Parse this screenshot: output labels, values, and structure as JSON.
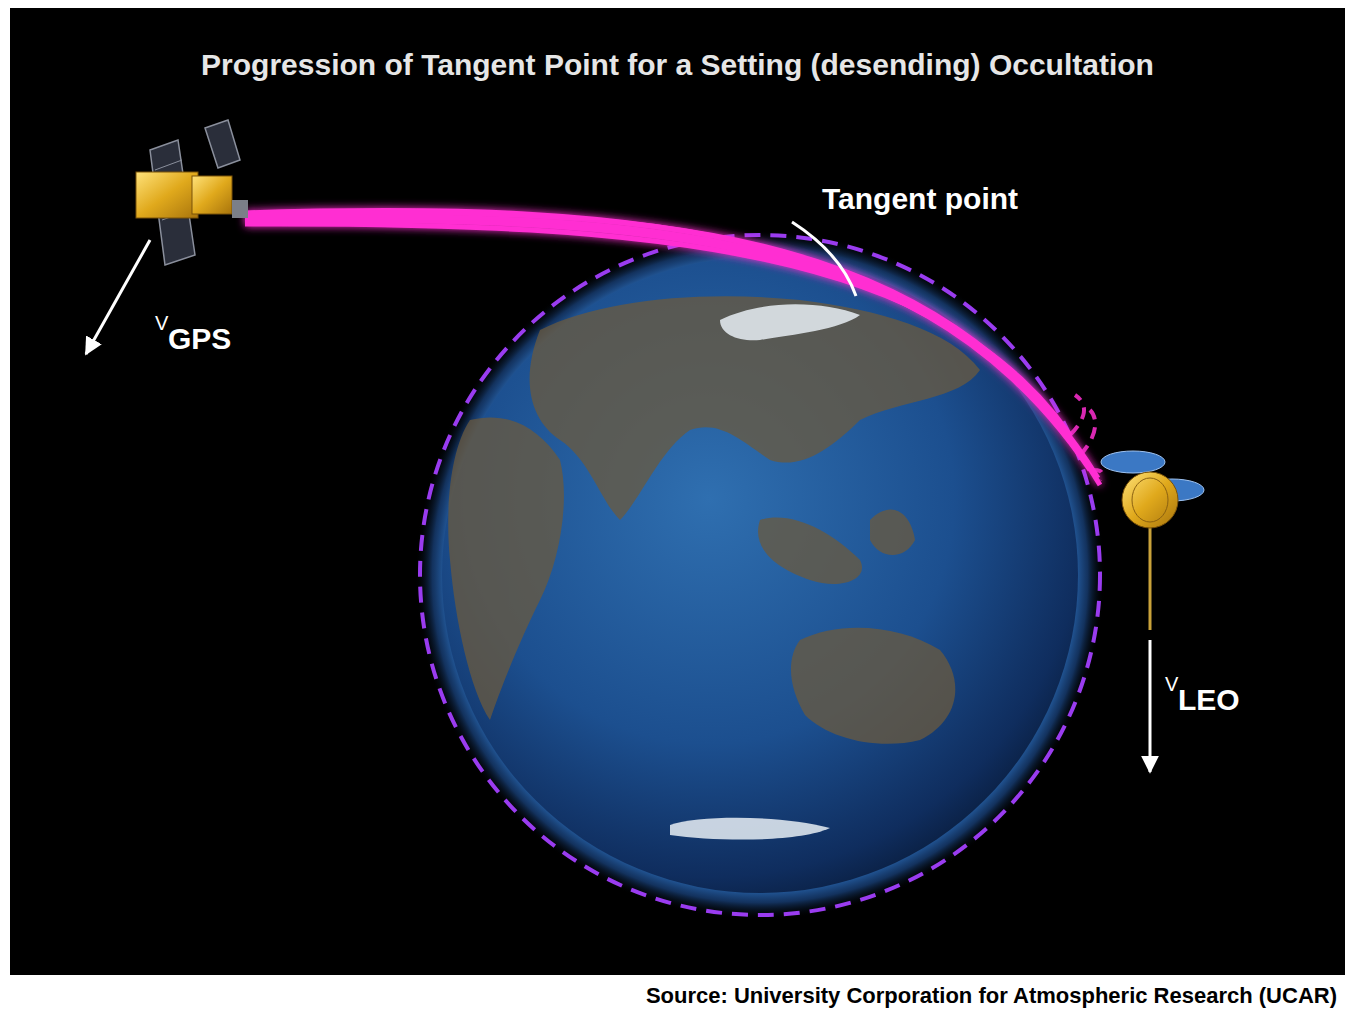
{
  "diagram": {
    "title": "Progression of Tangent Point for a Setting (desending) Occultation",
    "caption": "Source: University Corporation for Atmospheric Research (UCAR)",
    "labels": [
      "Tangent point",
      "V",
      "GPS",
      "V",
      "LEO"
    ]
  }
}
